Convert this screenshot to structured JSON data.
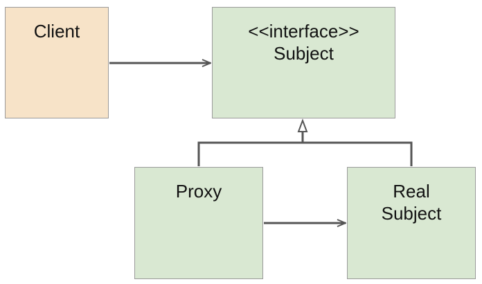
{
  "diagram": {
    "colors": {
      "client_fill": "#f7e3c8",
      "class_fill": "#d9e8d2",
      "border": "#9a9a9a",
      "connector": "#555555"
    },
    "nodes": {
      "client": {
        "label": "Client"
      },
      "subject": {
        "stereotype": "<<interface>>",
        "label": "Subject"
      },
      "proxy": {
        "label": "Proxy"
      },
      "real_subject": {
        "label_line1": "Real",
        "label_line2": "Subject"
      }
    },
    "edges": [
      {
        "from": "client",
        "to": "subject",
        "kind": "association"
      },
      {
        "from": "proxy",
        "to": "subject",
        "kind": "realization"
      },
      {
        "from": "real_subject",
        "to": "subject",
        "kind": "realization"
      },
      {
        "from": "proxy",
        "to": "real_subject",
        "kind": "association"
      }
    ]
  }
}
